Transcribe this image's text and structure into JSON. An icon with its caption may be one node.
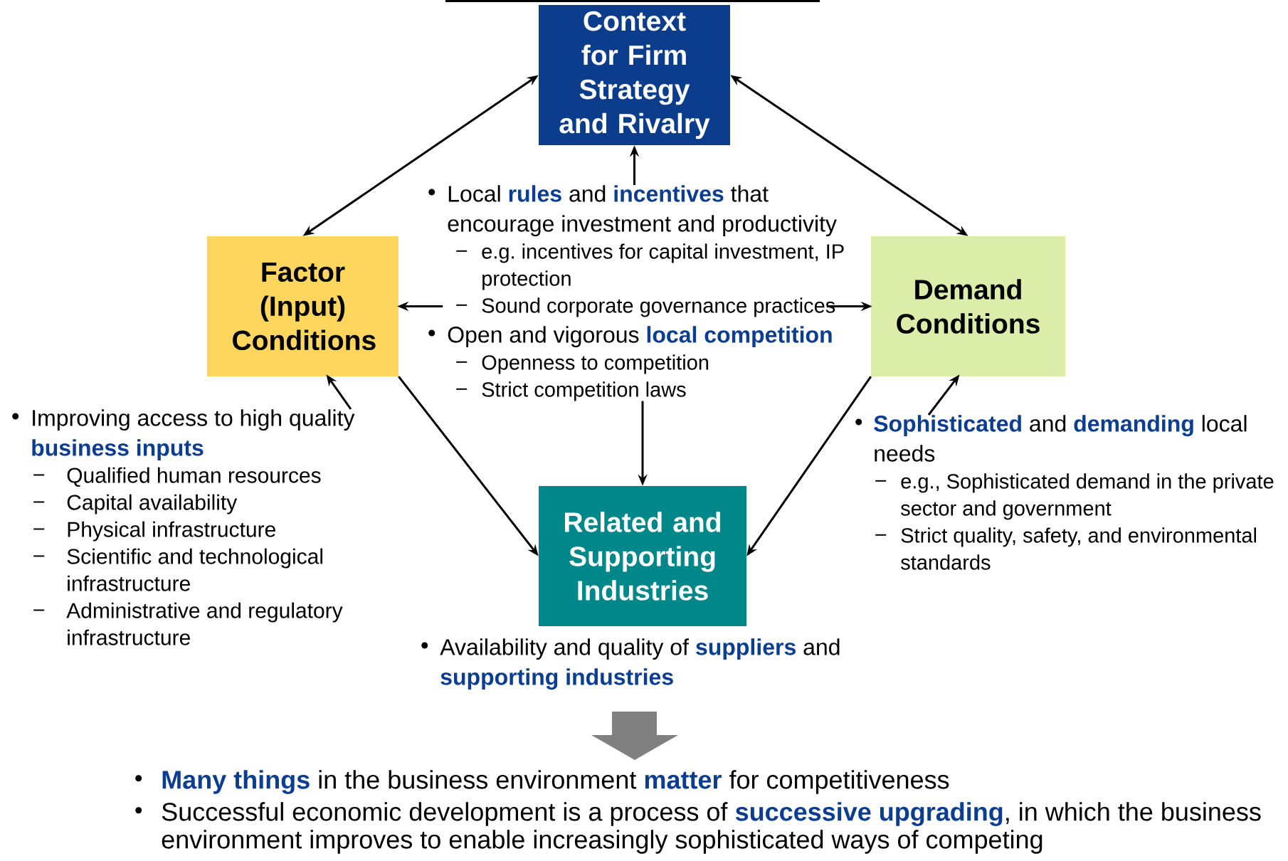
{
  "diagram": {
    "nodes": [
      {
        "text": [
          "Context for Firm Strategy and Rivalry"
        ]
      },
      {
        "text": [
          "Factor (Input) Conditions"
        ]
      },
      {
        "text": [
          "Demand Conditions"
        ]
      },
      {
        "text": [
          "Related and Supporting Industries"
        ],
        "beside": [
          "Availability and quality of **suppliers** and **supporting industries**"
        ]
      },
      {
        "text": [
          "Local **rules** and **incentives** that encourage investment and productivity",
          "e.g. incentives for capital investment, IP protection",
          "Sound corporate governance practices",
          "Open and vigorous **local competition**",
          "Openness to competition",
          "Strict competition laws"
        ]
      },
      {
        "text": [
          "Improving access to high quality **business inputs**",
          "Qualified human resources",
          "Capital availability",
          "Physical infrastructure",
          "Scientific and technological infrastructure",
          "Administrative and regulatory infrastructure"
        ]
      },
      {
        "text": [
          "**Sophisticated** and **demanding** local needs",
          "e.g., Sophisticated demand in the private sector and government",
          "Strict quality, safety, and environmental standards"
        ]
      }
    ],
    "edges": [
      {
        "from": 0,
        "to": 1,
        "arrow": "both"
      },
      {
        "from": 0,
        "to": 2,
        "arrow": "both"
      },
      {
        "from": 4,
        "to": 0,
        "arrow": "to"
      },
      {
        "from": 4,
        "to": 1,
        "arrow": "to"
      },
      {
        "from": 4,
        "to": 2,
        "arrow": "to"
      },
      {
        "from": 4,
        "to": 3,
        "arrow": "to"
      },
      {
        "from": 1,
        "to": 3,
        "arrow": "to"
      },
      {
        "from": 2,
        "to": 3,
        "arrow": "to"
      },
      {
        "from": 5,
        "to": 1,
        "arrow": "to"
      },
      {
        "from": 6,
        "to": 2,
        "arrow": "to"
      }
    ],
    "labels": [
      "**Many things** in the business environment **matter** for competitiveness",
      "Successful economic development is a process of **successive upgrading**, in which the business environment improves to enable increasingly sophisticated ways of competing"
    ]
  }
}
